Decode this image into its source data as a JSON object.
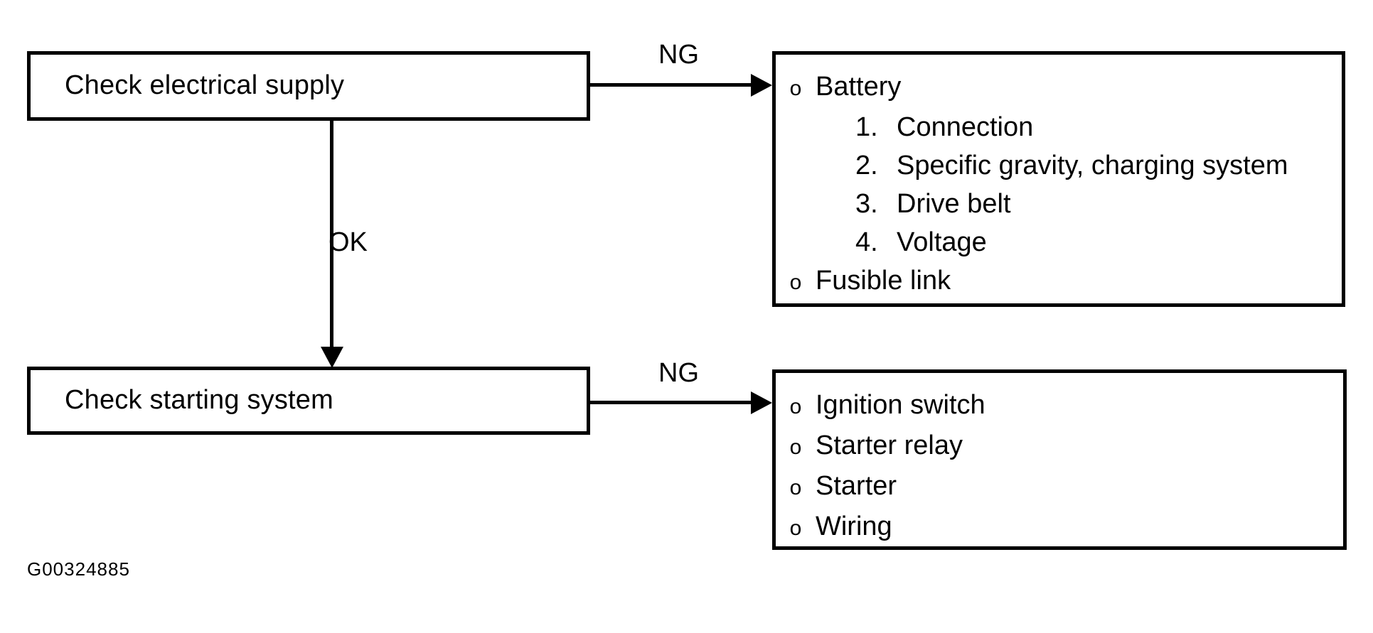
{
  "figure": {
    "id_code": "G00324885",
    "type": "troubleshooting-flowchart"
  },
  "nodes": {
    "check_electrical_supply": {
      "label": "Check electrical supply"
    },
    "check_starting_system": {
      "label": "Check starting system"
    }
  },
  "edges": {
    "electrical_ng": {
      "label": "NG"
    },
    "electrical_ok": {
      "label": "OK"
    },
    "starting_ng": {
      "label": "NG"
    }
  },
  "electrical_faults": {
    "items": [
      {
        "bullet": "o",
        "text": "Battery",
        "sub_items": [
          {
            "number": "1.",
            "text": "Connection"
          },
          {
            "number": "2.",
            "text": "Specific gravity, charging system"
          },
          {
            "number": "3.",
            "text": "Drive belt"
          },
          {
            "number": "4.",
            "text": "Voltage"
          }
        ]
      },
      {
        "bullet": "o",
        "text": "Fusible link",
        "sub_items": []
      }
    ]
  },
  "starting_faults": {
    "items": [
      {
        "bullet": "o",
        "text": "Ignition switch"
      },
      {
        "bullet": "o",
        "text": "Starter relay"
      },
      {
        "bullet": "o",
        "text": "Starter"
      },
      {
        "bullet": "o",
        "text": "Wiring"
      }
    ]
  },
  "colors": {
    "stroke": "#000000",
    "background": "#ffffff"
  }
}
